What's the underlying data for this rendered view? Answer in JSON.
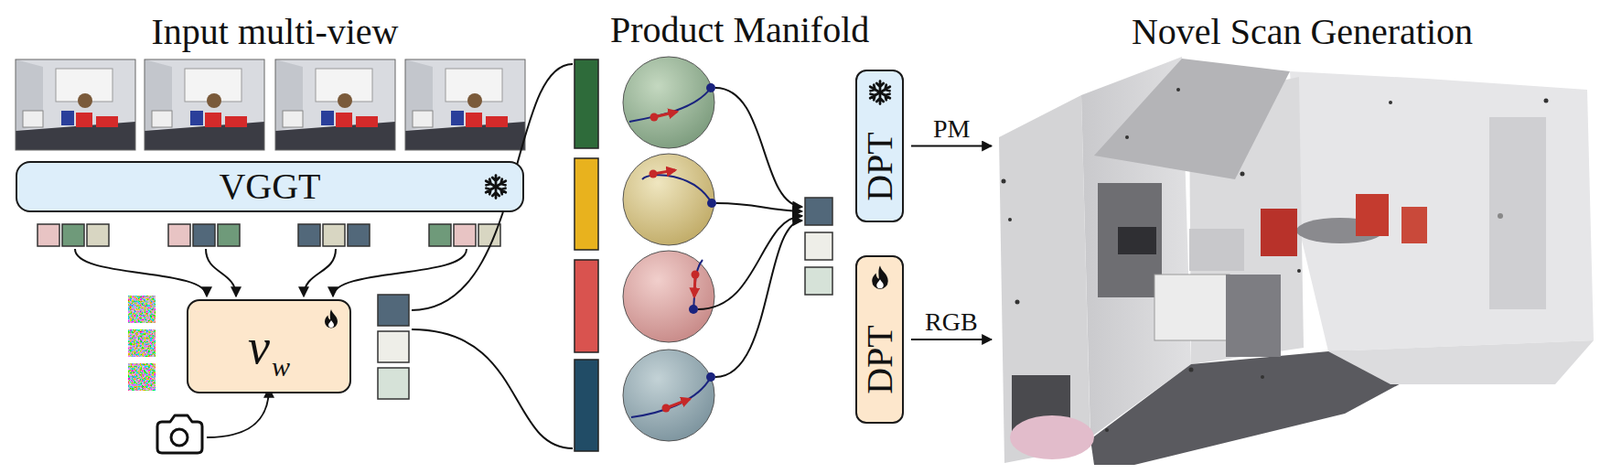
{
  "diagram": {
    "nodes": [
      {
        "text": [
          "Input multi-view"
        ]
      },
      {
        "text": [
          "VGGT"
        ]
      },
      {
        "text": [
          "v",
          "w"
        ]
      },
      {
        "text": [
          "DPT"
        ]
      },
      {
        "text": [
          "DPT"
        ]
      },
      {
        "text": [
          "Novel Scan Generation"
        ]
      }
    ],
    "edges": [
      {
        "from": 3,
        "to": 5,
        "arrow": "to",
        "label": "PM"
      },
      {
        "from": 4,
        "to": 5,
        "arrow": "to",
        "label": "RGB"
      }
    ],
    "labels": [
      "Product Manifold"
    ]
  }
}
